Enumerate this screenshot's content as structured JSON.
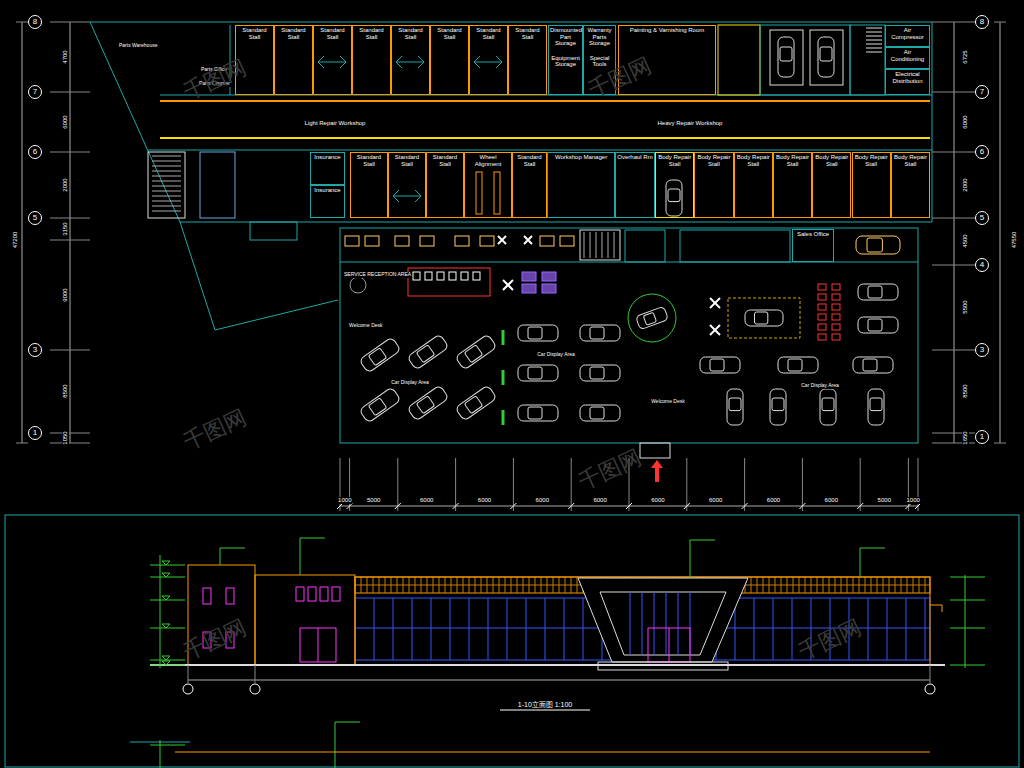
{
  "diagram": {
    "nodes": [
      {
        "text": [
          "8"
        ]
      },
      {
        "text": [
          "7"
        ]
      },
      {
        "text": [
          "6"
        ]
      },
      {
        "text": [
          "5"
        ]
      },
      {
        "text": [
          "3"
        ]
      },
      {
        "text": [
          "1"
        ]
      },
      {
        "text": [
          "Standard Stall"
        ]
      },
      {
        "text": [
          "Standard Stall"
        ]
      },
      {
        "text": [
          "Standard Stall"
        ]
      },
      {
        "text": [
          "Standard Stall"
        ]
      },
      {
        "text": [
          "Standard Stall"
        ]
      },
      {
        "text": [
          "Standard Stall"
        ]
      },
      {
        "text": [
          "Standard Stall"
        ]
      },
      {
        "text": [
          "Standard Stall"
        ]
      },
      {
        "text": [
          "Dismounted Part Storage",
          "Equipment Storage"
        ]
      },
      {
        "text": [
          "Warranty Parts Storage",
          "Special Tools"
        ]
      },
      {
        "text": [
          "Painting & Varnishing Room"
        ]
      },
      {
        "text": [
          "Air Compressor"
        ]
      },
      {
        "text": [
          "Air Conditioning"
        ]
      },
      {
        "text": [
          "Electrical Distribution"
        ]
      },
      {
        "text": [
          "Insurance"
        ]
      },
      {
        "text": [
          "Insurance"
        ]
      },
      {
        "text": [
          "Standard Stall"
        ]
      },
      {
        "text": [
          "Standard Stall"
        ]
      },
      {
        "text": [
          "Standard Stall"
        ]
      },
      {
        "text": [
          "Wheel Alignment"
        ]
      },
      {
        "text": [
          "Standard Stall"
        ]
      },
      {
        "text": [
          "Workshop Manager"
        ]
      },
      {
        "text": [
          "Overhaul Rm"
        ]
      },
      {
        "text": [
          "Body Repair Stall"
        ]
      },
      {
        "text": [
          "Body Repair Stall"
        ]
      },
      {
        "text": [
          "Body Repair Stall"
        ]
      },
      {
        "text": [
          "Body Repair Stall"
        ]
      },
      {
        "text": [
          "Body Repair Stall"
        ]
      },
      {
        "text": [
          "Body Repair Stall"
        ]
      },
      {
        "text": [
          "Body Repair Stall"
        ]
      },
      {
        "text": [
          "Sales Office"
        ]
      },
      {
        "text": [
          "8"
        ]
      },
      {
        "text": [
          "7"
        ]
      },
      {
        "text": [
          "6"
        ]
      },
      {
        "text": [
          "5"
        ]
      },
      {
        "text": [
          "4"
        ]
      },
      {
        "text": [
          "3"
        ]
      },
      {
        "text": [
          "1"
        ]
      }
    ],
    "labels": [
      "Parts Warehouse",
      "Parts Office",
      "Parts Counter",
      "Light Repair Workshop",
      "Heavy Repair Workshop",
      "SERVICE RECEPTION AREA",
      "Welcome Desk",
      "Car Display Area",
      "Car Display Area",
      "Welcome Desk",
      "Car Display Area",
      "4700",
      "6000",
      "2000",
      "3150",
      "9000",
      "8500",
      "1050",
      "47200",
      "6725",
      "6000",
      "2000",
      "4500",
      "5500",
      "8500",
      "1650",
      "47550",
      "1000",
      "5000",
      "6000",
      "6000",
      "6000",
      "6000",
      "6000",
      "6000",
      "6000",
      "6000",
      "5000",
      "1000",
      "1-10立面图 1:100",
      "千图网",
      "千图网",
      "千图网",
      "千图网",
      "千图网",
      "千图网"
    ]
  }
}
